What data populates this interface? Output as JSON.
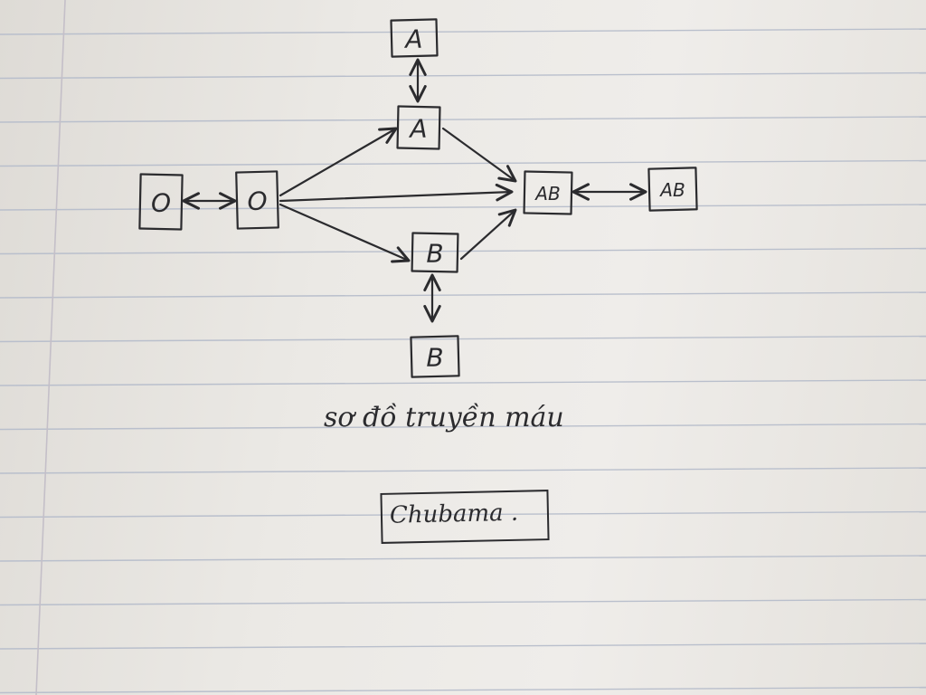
{
  "diagram": {
    "nodes": [
      {
        "id": "o1",
        "label": "O"
      },
      {
        "id": "o2",
        "label": "O"
      },
      {
        "id": "a1",
        "label": "A"
      },
      {
        "id": "a2",
        "label": "A"
      },
      {
        "id": "b1",
        "label": "B"
      },
      {
        "id": "b2",
        "label": "B"
      },
      {
        "id": "ab1",
        "label": "AB"
      },
      {
        "id": "ab2",
        "label": "AB"
      }
    ],
    "edges": [
      {
        "from": "o1",
        "to": "o2",
        "bidirectional": true
      },
      {
        "from": "a1",
        "to": "a2",
        "bidirectional": true
      },
      {
        "from": "b1",
        "to": "b2",
        "bidirectional": true
      },
      {
        "from": "ab1",
        "to": "ab2",
        "bidirectional": true
      },
      {
        "from": "o2",
        "to": "a1",
        "bidirectional": false
      },
      {
        "from": "o2",
        "to": "ab1",
        "bidirectional": false
      },
      {
        "from": "o2",
        "to": "b1",
        "bidirectional": false
      },
      {
        "from": "a1",
        "to": "ab1",
        "bidirectional": false
      },
      {
        "from": "b1",
        "to": "ab1",
        "bidirectional": false
      }
    ]
  },
  "caption": "sơ đồ truyền máu",
  "signature": "Chubama ."
}
